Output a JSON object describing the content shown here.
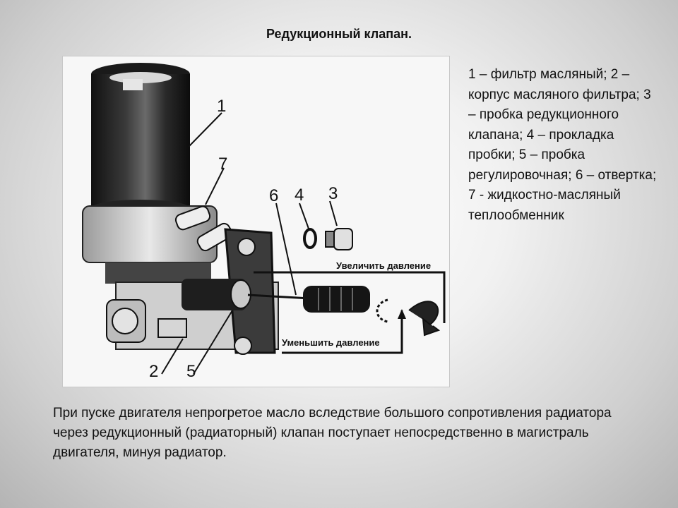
{
  "title": "Редукционный клапан.",
  "legend_text": "1 – фильтр масляный; 2 – корпус масляного фильтра; 3 – пробка редукционного клапана; 4 – прокладка пробки; 5 – пробка регулировочная; 6 – отвертка; 7 - жидкостно-масляный теплообменник",
  "figure": {
    "callouts": [
      "1",
      "7",
      "6",
      "4",
      "3",
      "2",
      "5"
    ],
    "increase_label": "Увеличить давление",
    "decrease_label": "Уменьшить давление"
  },
  "caption": "При пуске двигателя непрогретое масло вследствие большого сопротивления радиатора через редукционный (радиаторный) клапан поступает непосредственно в магистраль двигателя, минуя радиатор."
}
